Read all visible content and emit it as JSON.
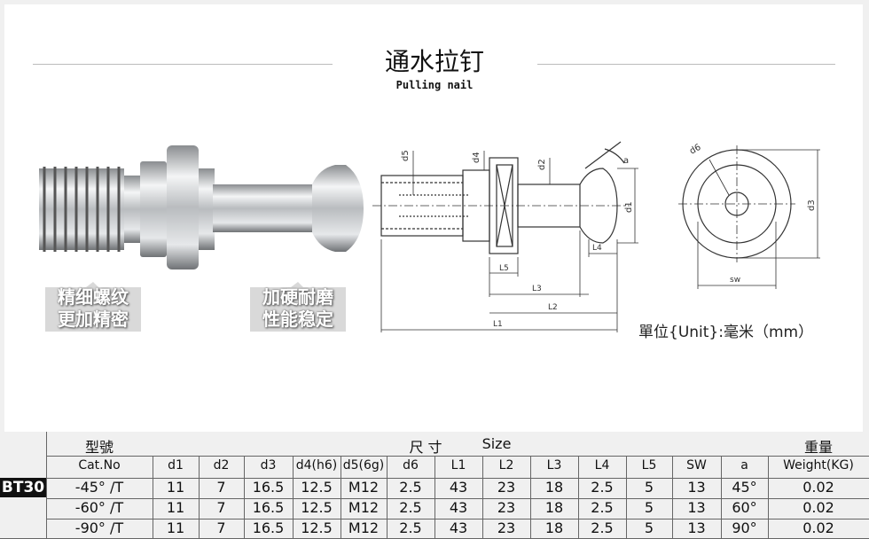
{
  "header": {
    "title_zh": "通水拉钉",
    "title_en": "Pulling nail"
  },
  "photo_tags": {
    "left": [
      "精细螺纹",
      "更加精密"
    ],
    "right": [
      "加硬耐磨",
      "性能稳定"
    ]
  },
  "drawing": {
    "labels": {
      "d1": "d1",
      "d2": "d2",
      "d3": "d3",
      "d4": "d4",
      "d5": "d5",
      "d6": "d6",
      "a": "a",
      "sw": "sw",
      "L1": "L1",
      "L2": "L2",
      "L3": "L3",
      "L4": "L4",
      "L5": "L5"
    },
    "unit_label": "單位{Unit}:毫米（mm）"
  },
  "table": {
    "group_header": {
      "model_zh": "型號",
      "size_zh": "尺 寸",
      "size_en": "Size",
      "weight_zh": "重量"
    },
    "columns": [
      "Cat.No",
      "d1",
      "d2",
      "d3",
      "d4(h6)",
      "d5(6g)",
      "d6",
      "L1",
      "L2",
      "L3",
      "L4",
      "L5",
      "SW",
      "a",
      "Weight(KG)"
    ],
    "model": "BT30",
    "rows": [
      [
        "-45° /T",
        "11",
        "7",
        "16.5",
        "12.5",
        "M12",
        "2.5",
        "43",
        "23",
        "18",
        "2.5",
        "5",
        "13",
        "45°",
        "0.02"
      ],
      [
        "-60° /T",
        "11",
        "7",
        "16.5",
        "12.5",
        "M12",
        "2.5",
        "43",
        "23",
        "18",
        "2.5",
        "5",
        "13",
        "60°",
        "0.02"
      ],
      [
        "-90° /T",
        "11",
        "7",
        "16.5",
        "12.5",
        "M12",
        "2.5",
        "43",
        "23",
        "18",
        "2.5",
        "5",
        "13",
        "90°",
        "0.02"
      ]
    ]
  }
}
